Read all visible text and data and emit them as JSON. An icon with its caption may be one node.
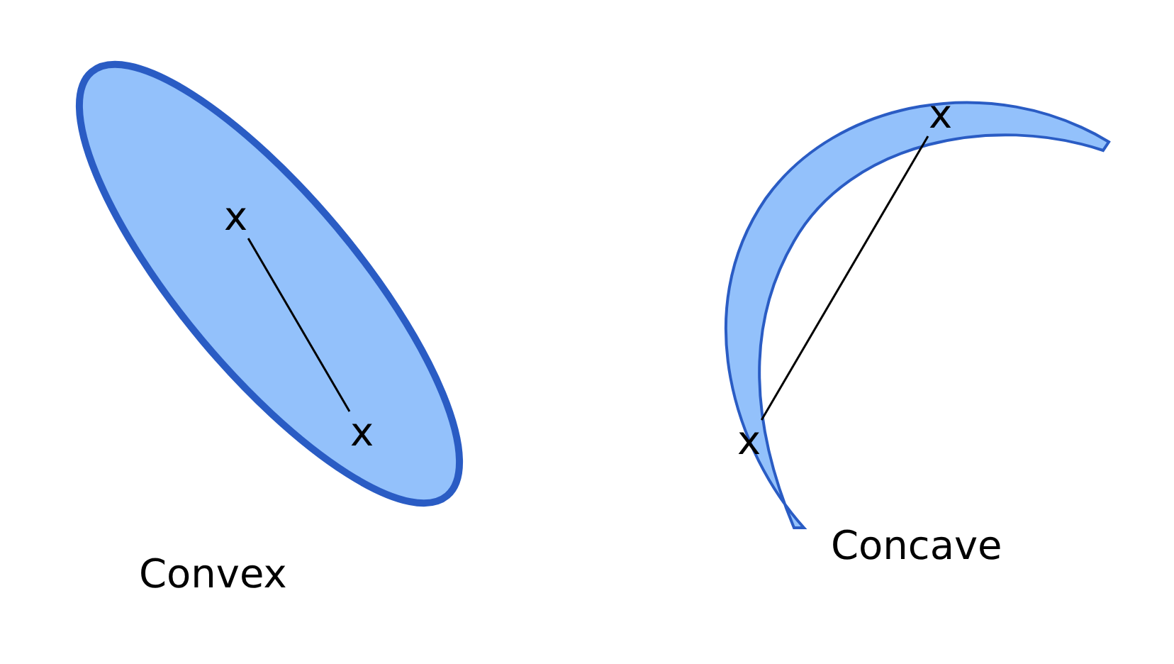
{
  "diagram": {
    "nodes": [
      {
        "text": [],
        "shape": "ellipse",
        "beside": [
          "Convex"
        ]
      },
      {
        "text": [
          "x"
        ],
        "in": 0
      },
      {
        "text": [
          "x"
        ],
        "in": 0
      },
      {
        "text": [],
        "shape": "crescent",
        "beside": [
          "Concave"
        ]
      },
      {
        "text": [
          "x"
        ],
        "in": 3
      },
      {
        "text": [
          "x"
        ],
        "in": 3
      }
    ],
    "edges": [
      {
        "from": 1,
        "to": 2,
        "arrow": "none"
      },
      {
        "from": 4,
        "to": 5,
        "arrow": "none"
      }
    ]
  }
}
